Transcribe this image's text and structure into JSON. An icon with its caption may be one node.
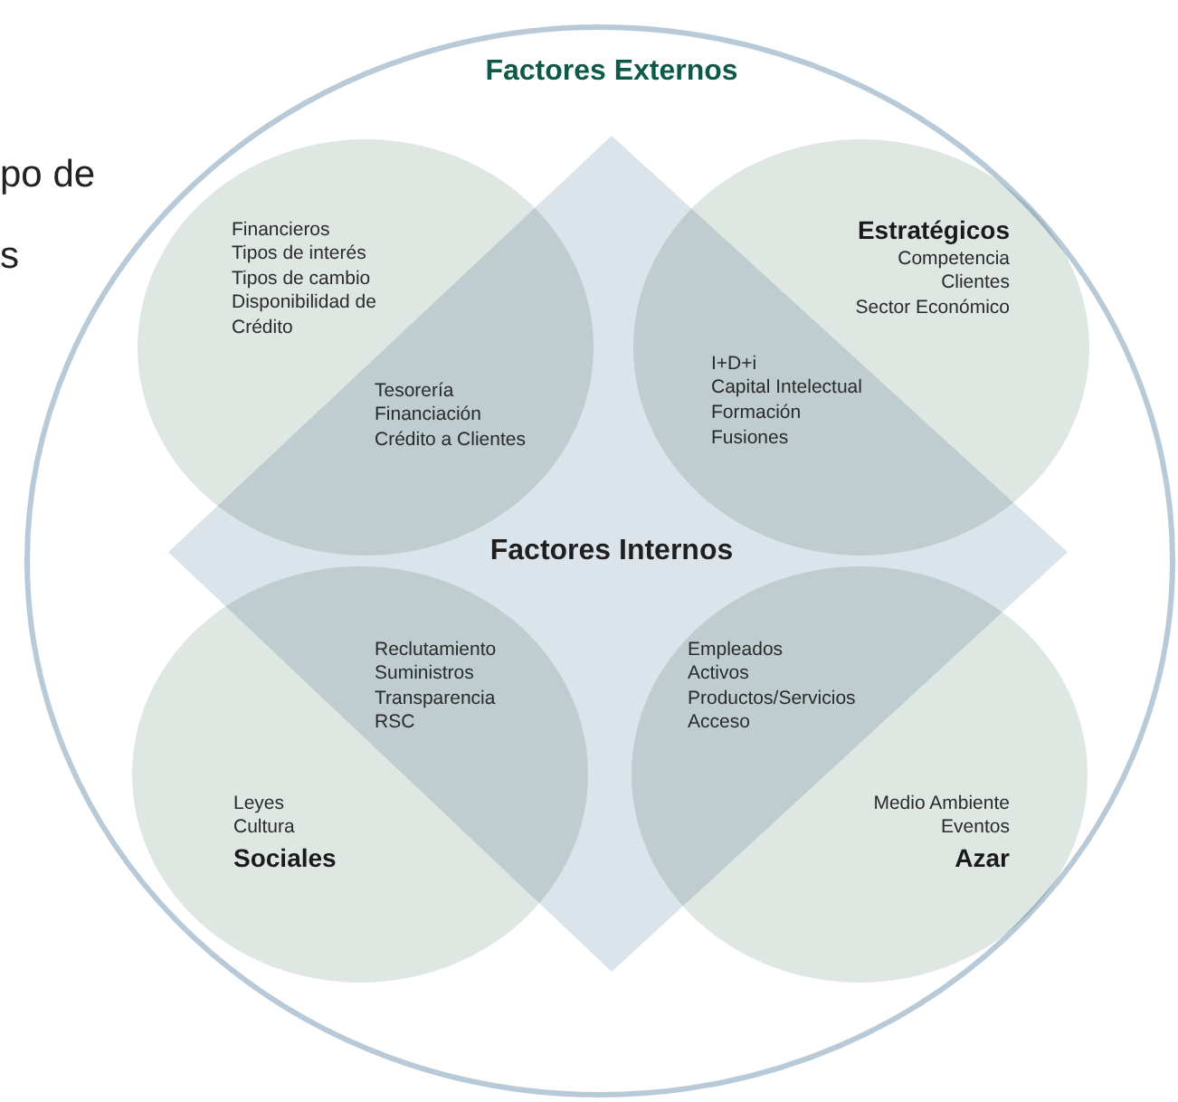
{
  "diagram": {
    "nodes": [
      {
        "text": [
          "Factores Externos"
        ]
      },
      {
        "text": [
          "Factores Internos"
        ],
        "in": 0
      },
      {
        "text": [
          "Financieros",
          "Tipos de interés",
          "Tipos de cambio",
          "Disponibilidad de Crédito",
          "Tesorería",
          "Financiación",
          "Crédito a Clientes"
        ],
        "in": 0
      },
      {
        "text": [
          "Estratégicos",
          "Competencia",
          "Clientes",
          "Sector Económico",
          "I+D+i",
          "Capital Intelectual",
          "Formación",
          "Fusiones"
        ],
        "in": 0
      },
      {
        "text": [
          "Reclutamiento",
          "Suministros",
          "Transparencia",
          "RSC",
          "Leyes",
          "Cultura",
          "Sociales"
        ],
        "in": 0
      },
      {
        "text": [
          "Empleados",
          "Activos",
          "Productos/Servicios",
          "Acceso",
          "Medio Ambiente",
          "Eventos",
          "Azar"
        ],
        "in": 0
      }
    ],
    "labels": [
      "po de",
      "s"
    ]
  }
}
